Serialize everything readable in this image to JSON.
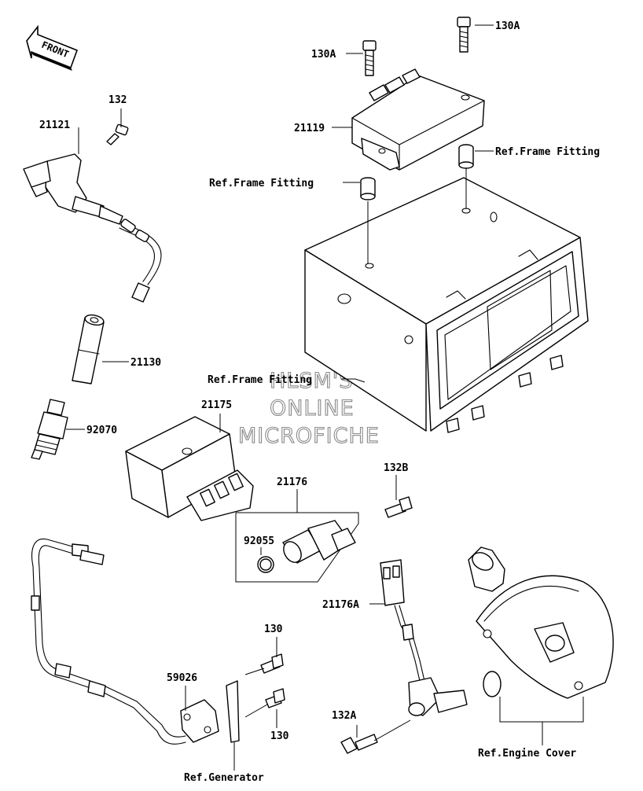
{
  "direction_badge": {
    "label": "FRONT"
  },
  "watermark": {
    "line1": "HLSM'S",
    "line2": "ONLINE",
    "line3": "MICROFICHE"
  },
  "labels": {
    "p132": "132",
    "p21121": "21121",
    "p21130": "21130",
    "p92070": "92070",
    "p130A_left": "130A",
    "p130A_right": "130A",
    "p21119": "21119",
    "ref_frame_fitting_right": "Ref.Frame Fitting",
    "ref_frame_fitting_left": "Ref.Frame Fitting",
    "ref_frame_fitting_mid": "Ref.Frame Fitting",
    "p21175": "21175",
    "p21176": "21176",
    "p92055": "92055",
    "p132B": "132B",
    "p21176A": "21176A",
    "p130_top": "130",
    "p130_bottom": "130",
    "p59026": "59026",
    "p132A": "132A",
    "ref_generator": "Ref.Generator",
    "ref_engine_cover": "Ref.Engine Cover"
  }
}
